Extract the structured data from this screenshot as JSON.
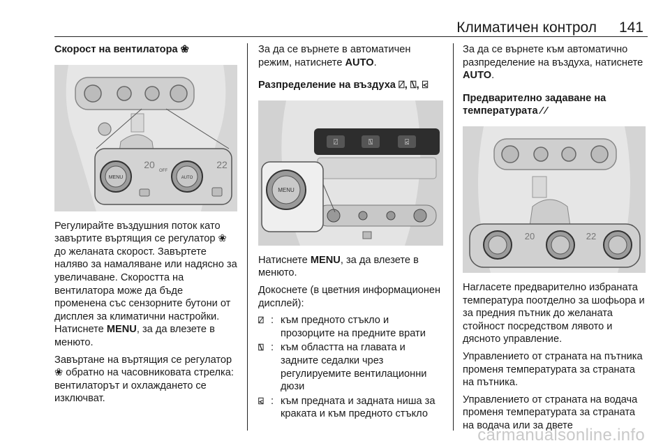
{
  "header": {
    "title": "Климатичен контрол",
    "page_number": "141"
  },
  "col1": {
    "heading": "Скорост на вентилатора ❀",
    "p1": "Регулирайте въздушния поток като завъртите въртящия се регулатор ❀ до желаната скорост. Завъртете наляво за намаляване или надясно за увеличаване. Скоростта на вентилатора може да бъде променена със сензорните бутони от дисплея за климатични настройки. Натиснете ",
    "p1_bold": "MENU",
    "p1_end": ", за да влезете в менюто.",
    "p2": "Завъртане на въртящия се регулатор ❀ обратно на часовниковата стрелка: вентилаторът и охлаждането се изключват.",
    "image_labels": {
      "temp_left": "20",
      "temp_right": "22",
      "off": "OFF",
      "menu": "MENU",
      "auto": "AUTO"
    }
  },
  "col2": {
    "p1": "За да се върнете в автоматичен режим, натиснете ",
    "p1_bold": "AUTO",
    "p1_end": ".",
    "heading": "Разпределение на въздуха ⍁, ⍂, ⍃",
    "p2": "Натиснете ",
    "p2_bold": "MENU",
    "p2_end": ", за да влезете в менюто.",
    "p3": "Докоснете (в цветния информационен дисплей):",
    "items": [
      {
        "icon": "⍁",
        "text": "към предното стъкло и прозорците на предните врати"
      },
      {
        "icon": "⍂",
        "text": "към областта на главата и задните седалки чрез регулируемите вентилационни дюзи"
      },
      {
        "icon": "⍃",
        "text": "към предната и задната ниша за краката и към предното стъкло"
      }
    ],
    "image_labels": {
      "menu": "MENU"
    }
  },
  "col3": {
    "p1": "За да се върнете към автоматично разпределение на въздуха, натиснете ",
    "p1_bold": "AUTO",
    "p1_end": ".",
    "heading": "Предварително задаване на температурата ⁄ ⁄",
    "p2": "Нагласете предварително избраната температура поотделно за шофьора и за предния пътник до желаната стойност посредством лявото и дясното управление.",
    "p3": "Управлението от страната на пътника променя температурата за страната на пътника.",
    "p4": "Управлението от страната на водача променя температурата за страната на водача или за двете",
    "image_labels": {
      "temp_left": "20",
      "temp_right": "22"
    }
  },
  "watermark": "carmanualsonline.info"
}
